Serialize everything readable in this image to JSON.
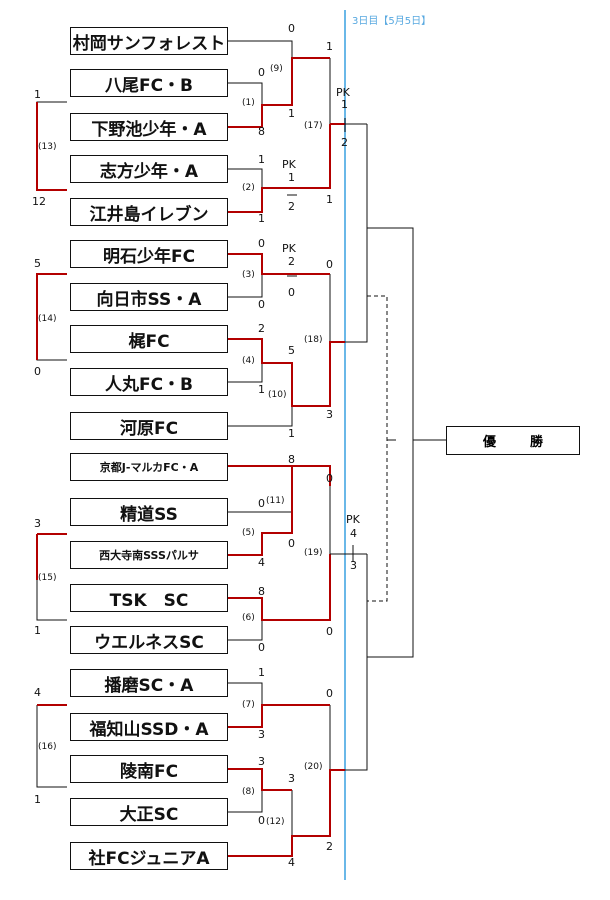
{
  "day_label": "3日目【5月5日】",
  "final_label": "優勝",
  "teams": [
    "村岡サンフォレスト",
    "八尾FC・B",
    "下野池少年・A",
    "志方少年・A",
    "江井島イレブン",
    "明石少年FC",
    "向日市SS・A",
    "梶FC",
    "人丸FC・B",
    "河原FC",
    "京都J-マルカFC・A",
    "精道SS",
    "西大寺南SSSパルサ",
    "TSK　SC",
    "ウエルネスSC",
    "播磨SC・A",
    "福知山SSD・A",
    "陵南FC",
    "大正SC",
    "社FCジュニアA"
  ],
  "match_numbers": [
    "(2)",
    "(1)",
    "(9)",
    "(13)",
    "(3)",
    "(4)",
    "(10)",
    "(14)",
    "(11)",
    "(5)",
    "(6)",
    "(15)",
    "(7)",
    "(8)",
    "(12)",
    "(16)",
    "(17)",
    "(18)",
    "(19)",
    "(20)"
  ],
  "scores": {
    "m9_top": "0",
    "m1_top": "0",
    "m1_bottom": "8",
    "m9_bottom": "1",
    "m2_top": "1",
    "m2_pk_a": "1",
    "m2_pk_b": "2",
    "m2_bottom": "1",
    "m17_top": "1",
    "m17_pk_label": "PK",
    "m17_pk_a": "1",
    "m17_pk_b": "2",
    "m17_bottom": "1",
    "m13_top": "1",
    "m13_bottom": "12",
    "m3_top": "0",
    "m3_pk_label": "PK",
    "m3_pk_a": "2",
    "m3_pk_b": "0",
    "m3_bottom": "0",
    "m18_top": "0",
    "m4_top": "2",
    "m4_bottom": "1",
    "m10_top": "5",
    "m10_bottom": "1",
    "m18_bottom": "3",
    "m14_top": "5",
    "m14_bottom": "0",
    "m19_top": "8",
    "m11_top": "0",
    "m19_top2": "0",
    "m5_top": "0",
    "m5_bottom": "4",
    "m19_pk_label": "PK",
    "m19_pk_a": "4",
    "m19_pk_b": "3",
    "m6_top": "8",
    "m6_bottom": "0",
    "m19_bottom": "0",
    "m15_top": "3",
    "m15_bottom": "1",
    "m7_top": "1",
    "m7_bottom": "3",
    "m20_top": "0",
    "m8_top": "3",
    "m12_top": "0",
    "m20_mid": "3",
    "m20_bottom": "2",
    "m20_bottom2": "4",
    "m16_top": "4",
    "m16_bottom": "1",
    "m2_pk_label": "PK"
  },
  "colors": {
    "line": "#111111",
    "winner": "#b30000",
    "day_line": "#6ab8e8"
  }
}
